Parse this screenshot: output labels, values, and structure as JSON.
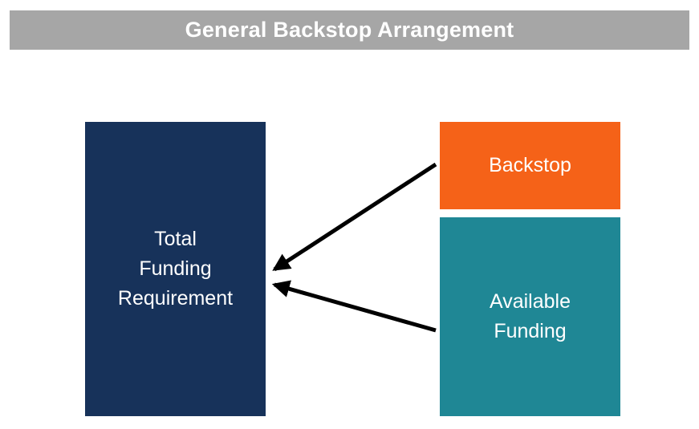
{
  "title_bar": {
    "text": "General Backstop Arrangement",
    "bg_color": "#a6a6a6",
    "text_color": "#ffffff"
  },
  "boxes": {
    "total_funding_requirement": {
      "lines": [
        "Total",
        "Funding",
        "Requirement"
      ],
      "bg_color": "#17325a",
      "text_color": "#ffffff"
    },
    "backstop": {
      "lines": [
        "Backstop"
      ],
      "bg_color": "#f56218",
      "text_color": "#ffffff"
    },
    "available_funding": {
      "lines": [
        "Available",
        "Funding"
      ],
      "bg_color": "#1f8795",
      "text_color": "#ffffff"
    }
  },
  "connectors": [
    {
      "from": "backstop",
      "to": "total_funding_requirement",
      "color": "#000000"
    },
    {
      "from": "available_funding",
      "to": "total_funding_requirement",
      "color": "#000000"
    }
  ]
}
